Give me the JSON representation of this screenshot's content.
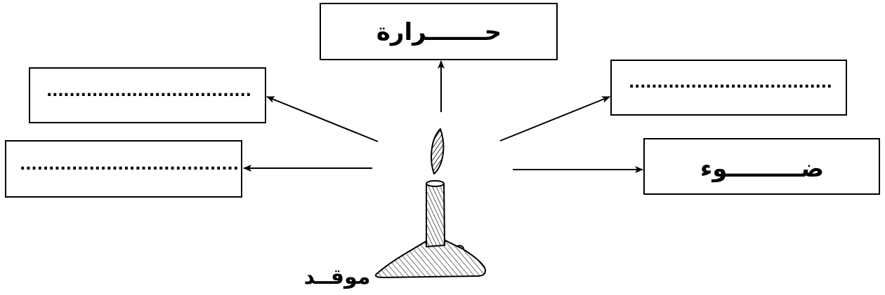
{
  "diagram": {
    "boxes": {
      "top": "حـــــــرارة",
      "top_left": "....................................",
      "left": "......................................",
      "top_right": "....................................",
      "right": "ضـــــــــوء"
    },
    "burner_label": "موقــد"
  }
}
